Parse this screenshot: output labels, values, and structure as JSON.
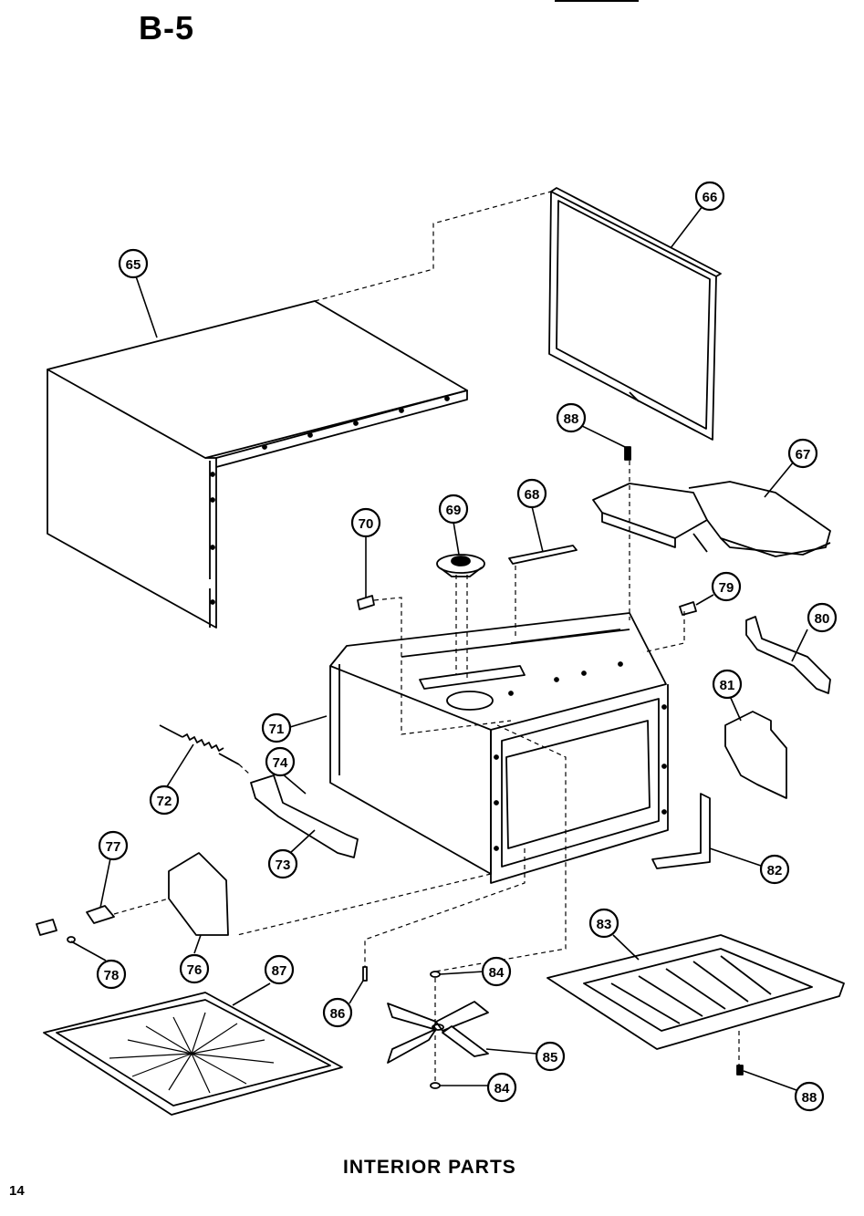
{
  "header": {
    "section_code": "B-5"
  },
  "footer": {
    "caption": "INTERIOR PARTS",
    "page_number": "14"
  },
  "callouts": [
    {
      "id": "c65",
      "label": "65",
      "part": "outer-case"
    },
    {
      "id": "c66",
      "label": "66",
      "part": "back-panel"
    },
    {
      "id": "c67",
      "label": "67",
      "part": "duct-cover"
    },
    {
      "id": "c68",
      "label": "68",
      "part": "top-rail"
    },
    {
      "id": "c69",
      "label": "69",
      "part": "motor-mount"
    },
    {
      "id": "c70",
      "label": "70",
      "part": "clip-left"
    },
    {
      "id": "c71",
      "label": "71",
      "part": "oven-cavity"
    },
    {
      "id": "c72",
      "label": "72",
      "part": "spring"
    },
    {
      "id": "c73",
      "label": "73",
      "part": "latch-lever"
    },
    {
      "id": "c74",
      "label": "74",
      "part": "lever-screw"
    },
    {
      "id": "c76",
      "label": "76",
      "part": "side-bracket"
    },
    {
      "id": "c77",
      "label": "77",
      "part": "switch"
    },
    {
      "id": "c78",
      "label": "78",
      "part": "switch-screw"
    },
    {
      "id": "c79",
      "label": "79",
      "part": "clip-right"
    },
    {
      "id": "c80",
      "label": "80",
      "part": "link-arm"
    },
    {
      "id": "c81",
      "label": "81",
      "part": "hinge-bracket"
    },
    {
      "id": "c82",
      "label": "82",
      "part": "angle-bracket"
    },
    {
      "id": "c83",
      "label": "83",
      "part": "bottom-tray"
    },
    {
      "id": "c84a",
      "label": "84",
      "part": "washer-upper"
    },
    {
      "id": "c84b",
      "label": "84",
      "part": "washer-lower"
    },
    {
      "id": "c85",
      "label": "85",
      "part": "stirrer-fan"
    },
    {
      "id": "c86",
      "label": "86",
      "part": "shaft"
    },
    {
      "id": "c87",
      "label": "87",
      "part": "oven-tray"
    },
    {
      "id": "c88a",
      "label": "88",
      "part": "screw-top"
    },
    {
      "id": "c88b",
      "label": "88",
      "part": "screw-bottom"
    }
  ]
}
